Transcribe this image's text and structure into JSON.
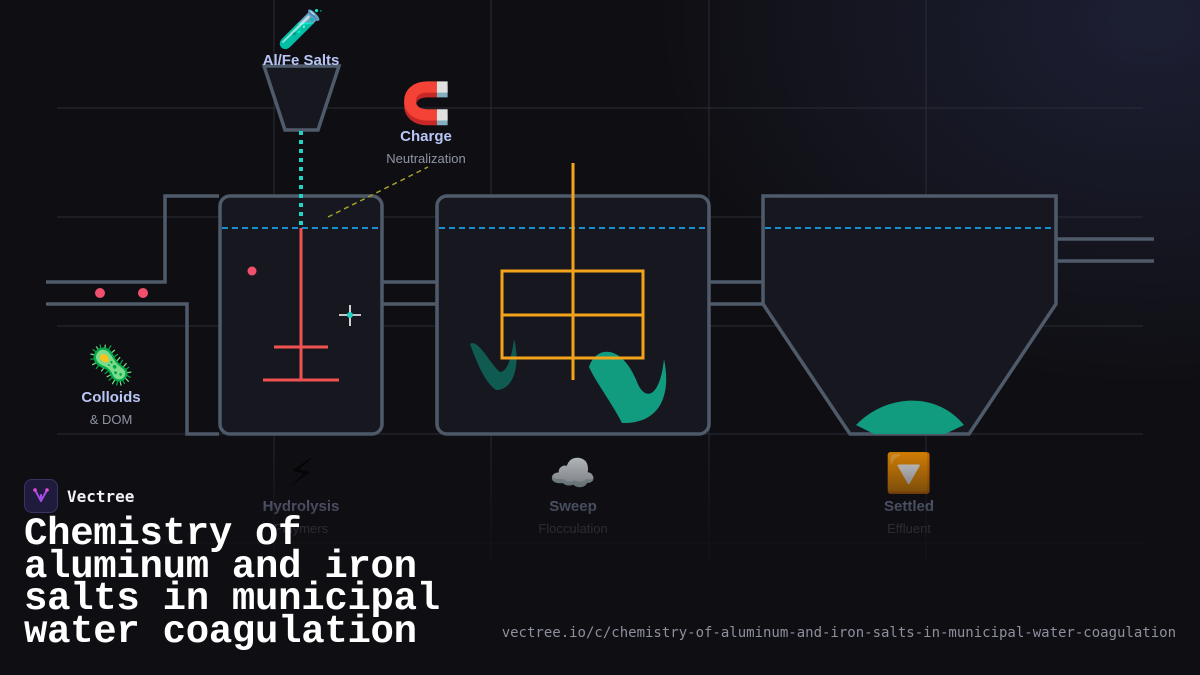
{
  "diagram": {
    "labels": {
      "salts": {
        "icon": "test-tube-icon",
        "glyph": "🧪",
        "title": "Al/Fe Salts",
        "subtitle": ""
      },
      "charge": {
        "icon": "magnet-icon",
        "glyph": "🧲",
        "title": "Charge",
        "subtitle": "Neutralization"
      },
      "colloids": {
        "icon": "microbe-icon",
        "glyph": "🦠",
        "title": "Colloids",
        "subtitle": "& DOM"
      },
      "hydrolysis": {
        "icon": "lightning-icon",
        "glyph": "⚡",
        "title": "Hydrolysis",
        "subtitle": "Polymers"
      },
      "sweep": {
        "icon": "cloud-icon",
        "glyph": "☁️",
        "title": "Sweep",
        "subtitle": "Flocculation"
      },
      "settled": {
        "icon": "down-arrow-icon",
        "glyph": "🔽",
        "title": "Settled",
        "subtitle": "Effluent"
      }
    },
    "colors": {
      "pipe": "#4f5b6b",
      "water_line": "#1a8fd0",
      "mixer": "#f05252",
      "paddle": "#f5a31a",
      "floc": "#119c80",
      "dose": "#22d3c5",
      "particle": "#f0506e",
      "title_text": "#b9c6f5",
      "subtitle_text": "#8f93a3"
    }
  },
  "brand": {
    "name": "Vectree"
  },
  "headline": "Chemistry of aluminum and iron salts in municipal water coagulation",
  "url": "vectree.io/c/chemistry-of-aluminum-and-iron-salts-in-municipal-water-coagulation"
}
